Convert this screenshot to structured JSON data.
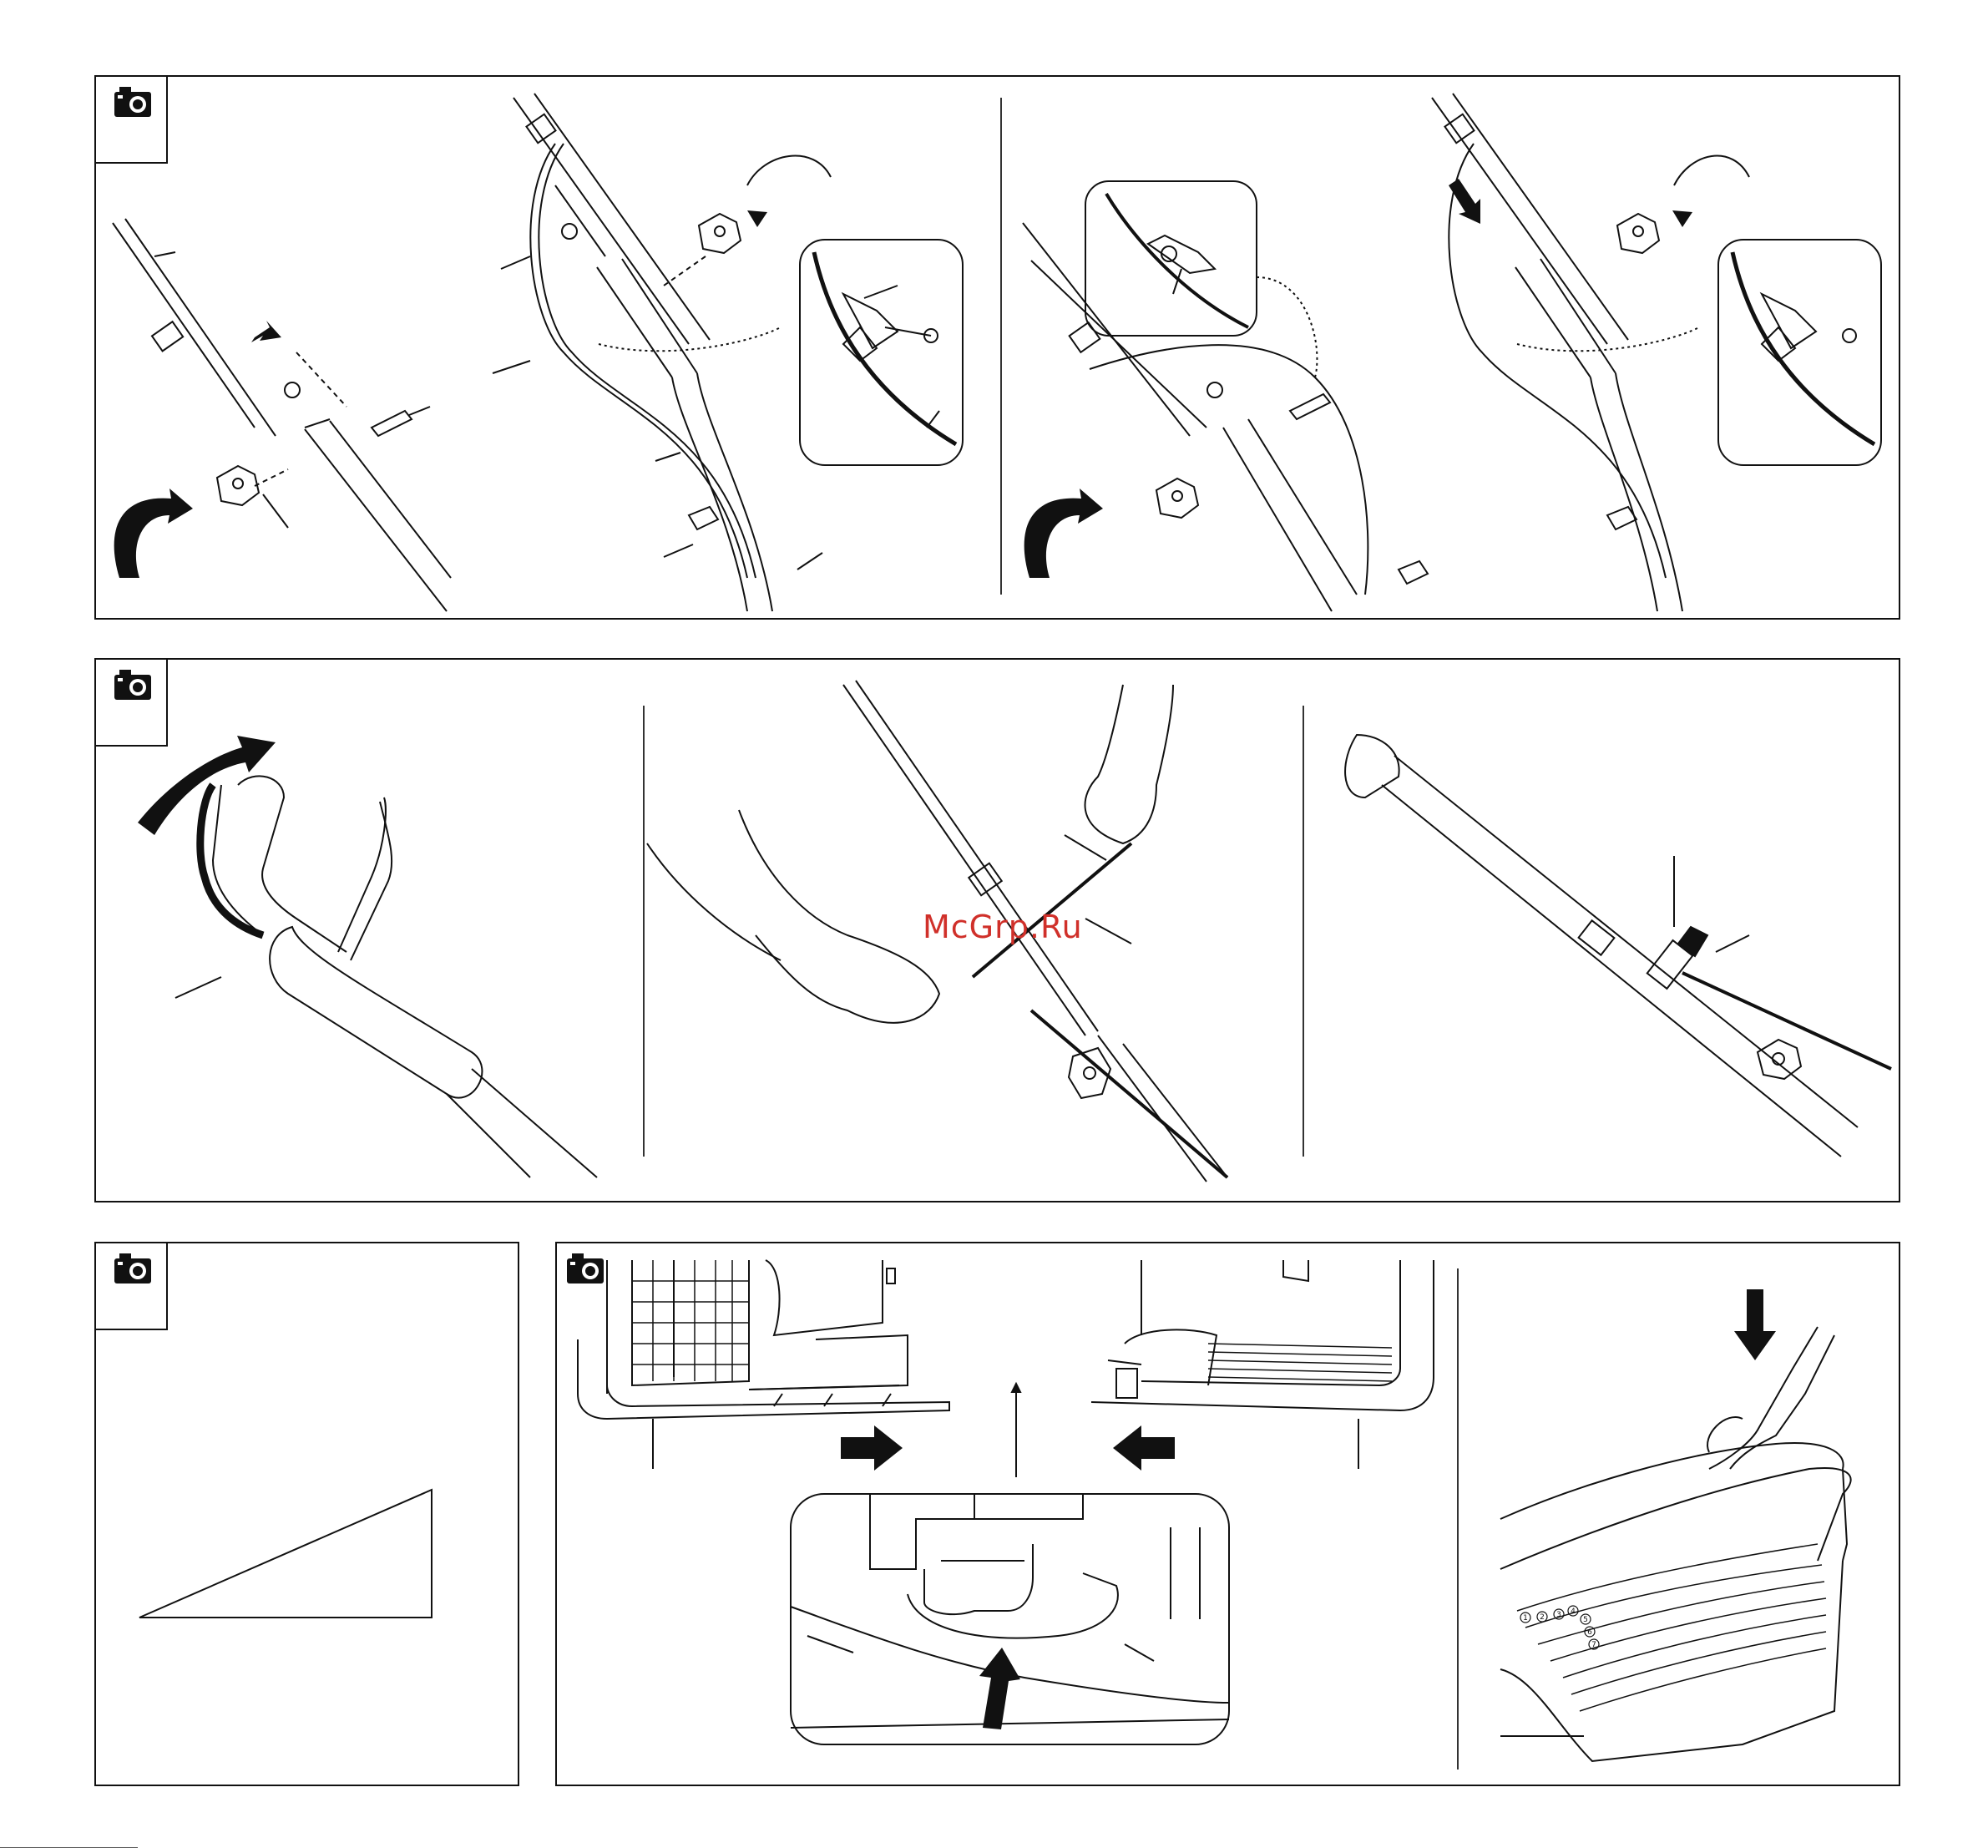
{
  "watermark": {
    "text": "McGrp.Ru"
  },
  "panels": [
    {
      "id": "handle-cable-assembly",
      "steps": 2
    },
    {
      "id": "handle-unfold-cable",
      "steps": 3
    },
    {
      "id": "cutting-height",
      "steps": 1
    },
    {
      "id": "grass-catcher-assembly",
      "steps": 2
    }
  ],
  "height_scale": {
    "numbers": [
      "1",
      "2",
      "3",
      "4",
      "5",
      "6",
      "7"
    ]
  },
  "icons": {
    "camera": "camera-icon",
    "arrow": "arrow-icon",
    "knob": "star-knob-icon",
    "hand": "hand-icon"
  },
  "colors": {
    "line": "#111111",
    "watermark": "#d0302a"
  }
}
